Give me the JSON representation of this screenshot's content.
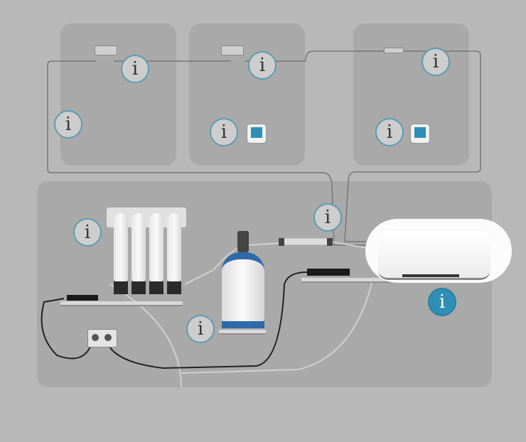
{
  "info_icon": {
    "glyph": "i"
  },
  "colors": {
    "accent": "#2f8fb4",
    "ring": "#5d9bb5",
    "background": "#b8b8b8",
    "panel": "#a9a9a9"
  },
  "hotspots": [
    {
      "id": "room1-sensor",
      "active": false
    },
    {
      "id": "room1-wall",
      "active": false
    },
    {
      "id": "room2-sensor",
      "active": false
    },
    {
      "id": "room2-thermostat",
      "active": false
    },
    {
      "id": "room3-sensor",
      "active": false
    },
    {
      "id": "room3-thermostat",
      "active": false
    },
    {
      "id": "filter-system",
      "active": false
    },
    {
      "id": "pressure-tank",
      "active": false
    },
    {
      "id": "uv-unit",
      "active": false
    },
    {
      "id": "controller",
      "active": true
    }
  ]
}
